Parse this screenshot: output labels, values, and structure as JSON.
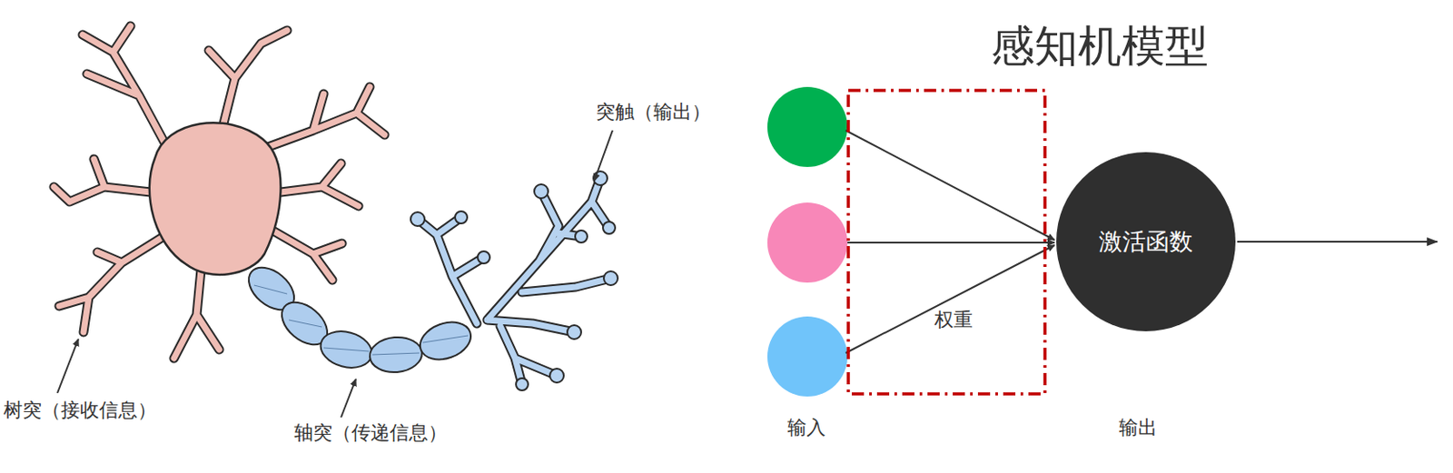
{
  "diagram": {
    "title": "感知机模型",
    "nodes": [
      {
        "text": [
          "权重"
        ]
      },
      {
        "text": [
          "激活函数"
        ]
      }
    ],
    "labels": [
      "突触（输出）",
      "树突（接收信息）",
      "轴突（传递信息）",
      "输入",
      "输出"
    ]
  }
}
